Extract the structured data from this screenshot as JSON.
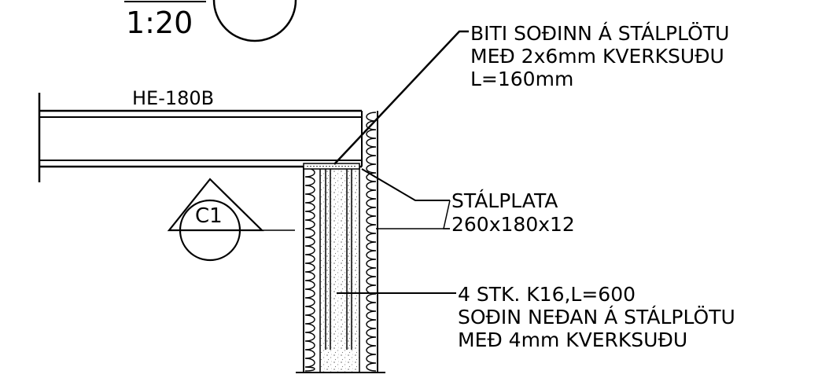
{
  "scale_label": "1:20",
  "beam_profile": "HE-180B",
  "section_marker": "C1",
  "notes": {
    "weld_bar": [
      "BITI SOÐINN Á STÁLPLÖTU",
      "MEÐ 2x6mm KVERKSUÐU",
      "L=160mm"
    ],
    "steel_plate": [
      "STÁLPLATA",
      "260x180x12"
    ],
    "anchors": [
      "4 STK. K16,L=600",
      "SOÐIN NEÐAN Á STÁLPLÖTU",
      "MEÐ 4mm KVERKSUÐU"
    ]
  },
  "colors": {
    "line": "#000000",
    "background": "#ffffff",
    "hatch": "#9a9a9a"
  }
}
